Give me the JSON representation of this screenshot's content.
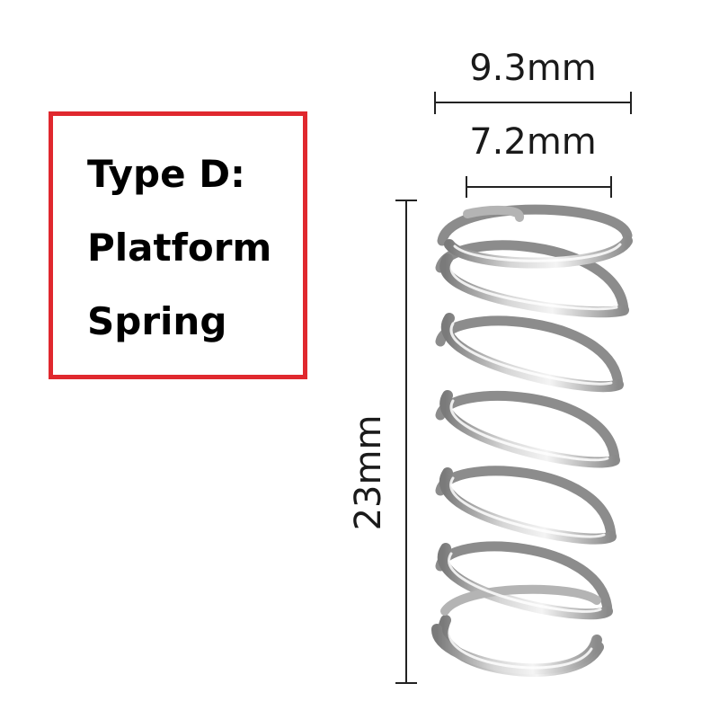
{
  "label": {
    "line1": "Type D:",
    "line2": "Platform",
    "line3": "Spring",
    "border_color": "#e0282e"
  },
  "dimensions": {
    "outer_diameter": "9.3mm",
    "inner_diameter": "7.2mm",
    "height": "23mm"
  },
  "spring": {
    "name": "compression-spring",
    "color": "#a8a8a8"
  }
}
